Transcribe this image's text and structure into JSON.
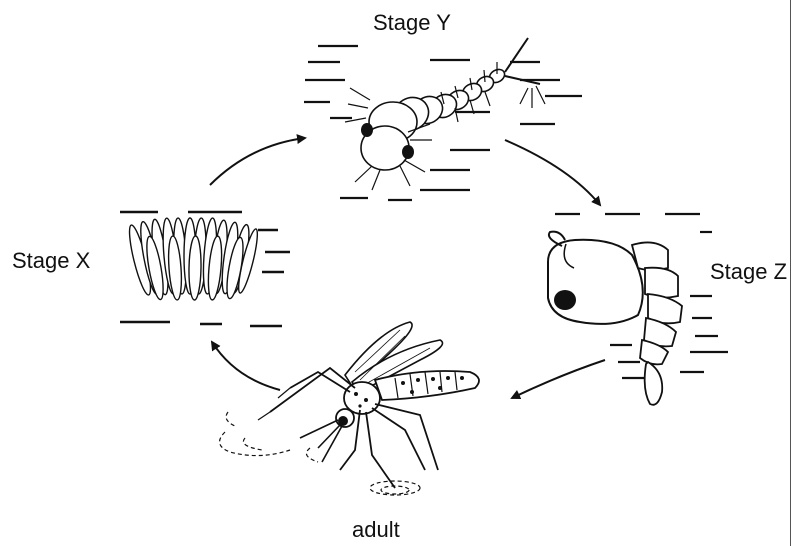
{
  "labels": {
    "stage_x": "Stage X",
    "stage_y": "Stage Y",
    "stage_z": "Stage Z",
    "adult": "adult"
  },
  "colors": {
    "ink": "#111111",
    "background": "#ffffff"
  },
  "icons": {
    "eggs": "egg-raft-icon",
    "larva": "larva-icon",
    "pupa": "pupa-icon",
    "adult": "mosquito-icon"
  }
}
